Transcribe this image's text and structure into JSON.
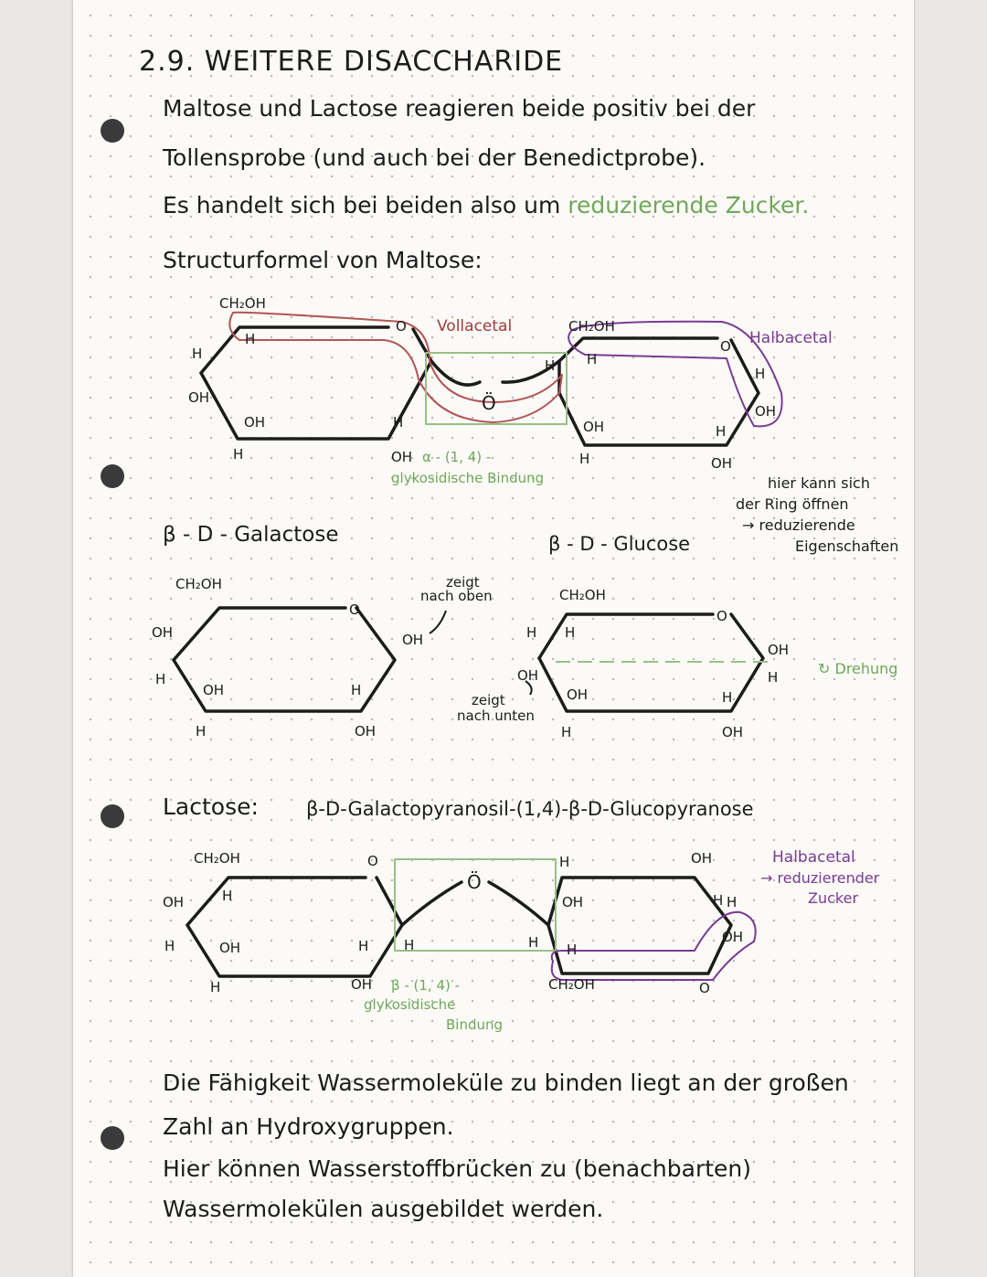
{
  "title": "2.9. WEITERE DISACCHARIDE",
  "intro": {
    "line1": "Maltose und Lactose reagieren beide positiv bei der",
    "line2": "Tollensprobe (und auch bei der Benedictprobe).",
    "line3_prefix": "Es handelt sich bei beiden also um",
    "line3_highlight": "reduzierende Zucker."
  },
  "maltose": {
    "heading": "Structurformel von Maltose:",
    "ring1": {
      "ch2oh": "CH₂OH",
      "h_top": "H",
      "o": "O",
      "h_left": "H",
      "oh_left": "OH",
      "oh_inner": "OH",
      "h_inner": "H",
      "h_bottom": "H",
      "oh_bottom": "OH"
    },
    "bridge_o": "Ö",
    "ring2": {
      "ch2oh": "CH₂OH",
      "h_top": "H",
      "h_left": "H",
      "o": "O",
      "oh_inner": "OH",
      "h_inner": "H",
      "h_bottom": "H",
      "oh_bottom": "OH",
      "oh_right": "OH",
      "h_right": "H"
    },
    "vollacetal": "Vollacetal",
    "halbacetal": "Halbacetal",
    "bond_line1": "α - (1, 4) -",
    "bond_line2": "glykosidische Bindung",
    "note1": "hier kann sich",
    "note2": "der Ring öffnen",
    "note3": "→ reduzierende",
    "note4": "Eigenschaften"
  },
  "galactose": {
    "heading": "β - D - Galactose",
    "ch2oh": "CH₂OH",
    "o": "O",
    "oh_left": "OH",
    "h_left": "H",
    "oh_inner": "OH",
    "h_inner": "H",
    "h_bottom": "H",
    "oh_bottom": "OH",
    "oh_right": "OH",
    "zeigt_oben1": "zeigt",
    "zeigt_oben2": "nach oben"
  },
  "glucose": {
    "heading": "β - D - Glucose",
    "ch2oh": "CH₂OH",
    "o": "O",
    "h_top": "H",
    "h_left": "H",
    "oh_left": "OH",
    "oh_inner": "OH",
    "h_inner": "H",
    "h_bottom": "H",
    "oh_bottom": "OH",
    "oh_right": "OH",
    "h_right": "H",
    "zeigt_unten1": "zeigt",
    "zeigt_unten2": "nach unten",
    "drehung": "↻ Drehung"
  },
  "lactose": {
    "label": "Lactose:",
    "name": "β-D-Galactopyranosil-(1,4)-β-D-Glucopyranose",
    "ring1": {
      "ch2oh": "CH₂OH",
      "h_top": "H",
      "o": "O",
      "oh_left": "OH",
      "h_left": "H",
      "oh_inner": "OH",
      "h_inner": "H",
      "h_bottom": "H",
      "oh_bottom": "OH"
    },
    "bridge_o": "Ö",
    "ring2": {
      "h_top": "H",
      "oh_top": "OH",
      "h_left": "H",
      "oh_inner": "OH",
      "h_inner": "H",
      "h_right": "H",
      "oh_right": "OH",
      "ch2oh": "CH₂OH",
      "o": "O",
      "h_ring": "H"
    },
    "bond_line1": "β - (1, 4) -",
    "bond_line2": "glykosidische",
    "bond_line3": "Bindung",
    "halbacetal": "Halbacetal",
    "reduz1": "→ reduzierender",
    "reduz2": "Zucker"
  },
  "outro": {
    "line1": "Die Fähigkeit Wassermoleküle zu binden liegt an der großen",
    "line2": "Zahl an Hydroxygruppen.",
    "line3": "Hier können Wasserstoffbrücken zu (benachbarten)",
    "line4": "Wassermolekülen ausgebildet werden."
  }
}
